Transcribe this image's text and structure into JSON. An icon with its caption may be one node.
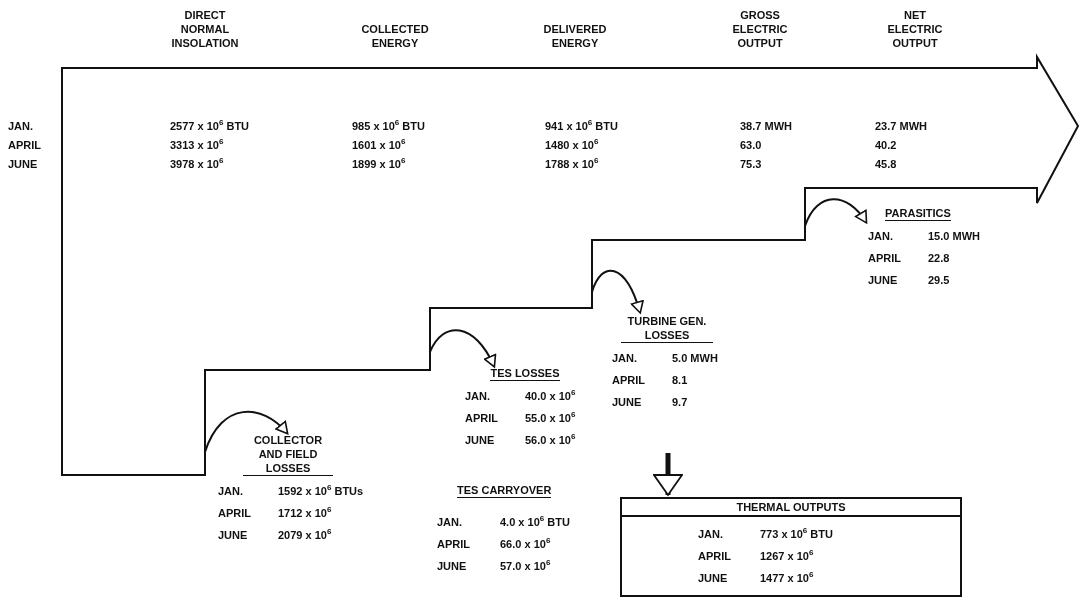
{
  "diagram": {
    "nodes": [
      {
        "text": [],
        "shape": "arrow"
      },
      {
        "text": [
          "COLLECTOR AND FIELD LOSSES",
          "JAN.",
          "1592 x 10$^{6}$ BTUs",
          "APRIL",
          "1712 x 10$^{6}$",
          "JUNE",
          "2079 x 10$^{6}$"
        ]
      },
      {
        "text": [
          "TES LOSSES",
          "JAN.",
          "40.0 x 10$^{6}$",
          "APRIL",
          "55.0 x 10$^{6}$",
          "JUNE",
          "56.0 x 10$^{6}$"
        ]
      },
      {
        "text": [
          "TURBINE GEN. LOSSES",
          "JAN.",
          "5.0 MWH",
          "APRIL",
          "8.1",
          "JUNE",
          "9.7"
        ]
      },
      {
        "text": [
          "PARASITICS",
          "JAN.",
          "15.0 MWH",
          "APRIL",
          "22.8",
          "JUNE",
          "29.5"
        ]
      },
      {
        "text": [
          "THERMAL OUTPUTS",
          "JAN.",
          "773 x 10$^{6}$ BTU",
          "APRIL",
          "1267 x 10$^{6}$",
          "JUNE",
          "1477 x 10$^{6}$"
        ]
      }
    ],
    "edges": [
      {
        "from": 0,
        "to": 1,
        "arrow": "to"
      },
      {
        "from": 0,
        "to": 2,
        "arrow": "to"
      },
      {
        "from": 0,
        "to": 3,
        "arrow": "to"
      },
      {
        "from": 0,
        "to": 4,
        "arrow": "to"
      },
      {
        "from": null,
        "to": 5,
        "arrow": "to",
        "style": "thick"
      }
    ],
    "labels": [
      "DIRECT NORMAL INSOLATION",
      "COLLECTED ENERGY",
      "DELIVERED ENERGY",
      "GROSS ELECTRIC OUTPUT",
      "NET ELECTRIC OUTPUT",
      "JAN.",
      "2577 x 10$^{6}$ BTU",
      "985 x 10$^{6}$ BTU",
      "941 x 10$^{6}$ BTU",
      "38.7 MWH",
      "23.7 MWH",
      "APRIL",
      "3313 x 10$^{6}$",
      "1601 x 10$^{6}$",
      "1480 x 10$^{6}$",
      "63.0",
      "40.2",
      "JUNE",
      "3978 x 10$^{6}$",
      "1899 x 10$^{6}$",
      "1788 x 10$^{6}$",
      "75.3",
      "45.8",
      "TES CARRYOVER",
      "JAN.",
      "4.0 x 10$^{6}$ BTU",
      "APRIL",
      "66.0 x 10$^{6}$",
      "JUNE",
      "57.0 x 10$^{6}$"
    ]
  }
}
